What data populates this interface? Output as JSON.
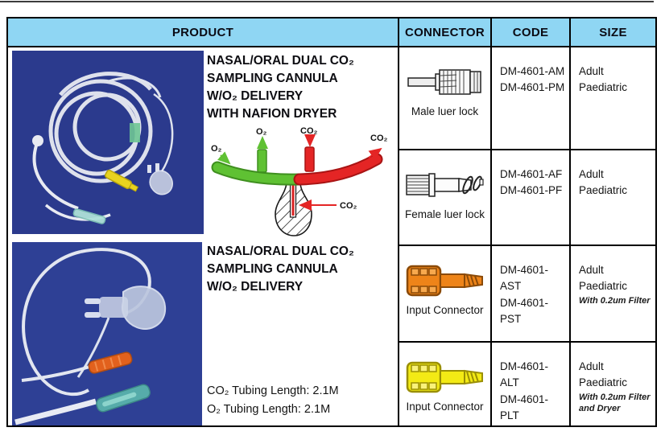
{
  "header": {
    "columns": [
      "PRODUCT",
      "CONNECTOR",
      "CODE",
      "SIZE"
    ]
  },
  "products": [
    {
      "title_lines": [
        "NASAL/ORAL DUAL CO₂",
        "SAMPLING CANNULA",
        "W/O₂ DELIVERY",
        "WITH NAFION DRYER"
      ]
    },
    {
      "title_lines": [
        "NASAL/ORAL DUAL CO₂",
        "SAMPLING CANNULA",
        "W/O₂ DELIVERY"
      ],
      "specs": [
        "CO₂ Tubing Length: 2.1M",
        "O₂ Tubing Length: 2.1M"
      ]
    }
  ],
  "diagram_labels": {
    "o2_left": "O₂",
    "o2_top": "O₂",
    "co2_top": "CO₂",
    "co2_right": "CO₂",
    "co2_center": "CO₂"
  },
  "rows": [
    {
      "connector": "Male luer lock",
      "icon": "male-luer-lock-icon",
      "codes": [
        "DM-4601-AM",
        "DM-4601-PM"
      ],
      "sizes": [
        "Adult",
        "Paediatric"
      ],
      "notes": []
    },
    {
      "connector": "Female luer lock",
      "icon": "female-luer-lock-icon",
      "codes": [
        "DM-4601-AF",
        "DM-4601-PF"
      ],
      "sizes": [
        "Adult",
        "Paediatric"
      ],
      "notes": []
    },
    {
      "connector": "Input Connector",
      "icon": "input-connector-orange-icon",
      "codes": [
        "DM-4601-AST",
        "DM-4601-PST"
      ],
      "sizes": [
        "Adult",
        "Paediatric"
      ],
      "notes": [
        "With 0.2um Filter"
      ]
    },
    {
      "connector": "Input Connector",
      "icon": "input-connector-yellow-icon",
      "codes": [
        "DM-4601-ALT",
        "DM-4601-PLT"
      ],
      "sizes": [
        "Adult",
        "Paediatric"
      ],
      "notes": [
        "With 0.2um Filter",
        "and Dryer"
      ]
    }
  ],
  "colors": {
    "header_bg": "#8fd6f3",
    "table_border": "#000000",
    "photo_bg_1": "#2b3a8d",
    "photo_bg_2": "#2e4095",
    "o2_green": "#5fc133",
    "o2_green_dark": "#3f8f1f",
    "co2_red": "#e42525",
    "co2_red_dark": "#a81414",
    "connector_orange": "#ee8419",
    "connector_orange_dark": "#8a4a08",
    "connector_yellow": "#f3ea15",
    "connector_yellow_dark": "#9a8f06"
  }
}
